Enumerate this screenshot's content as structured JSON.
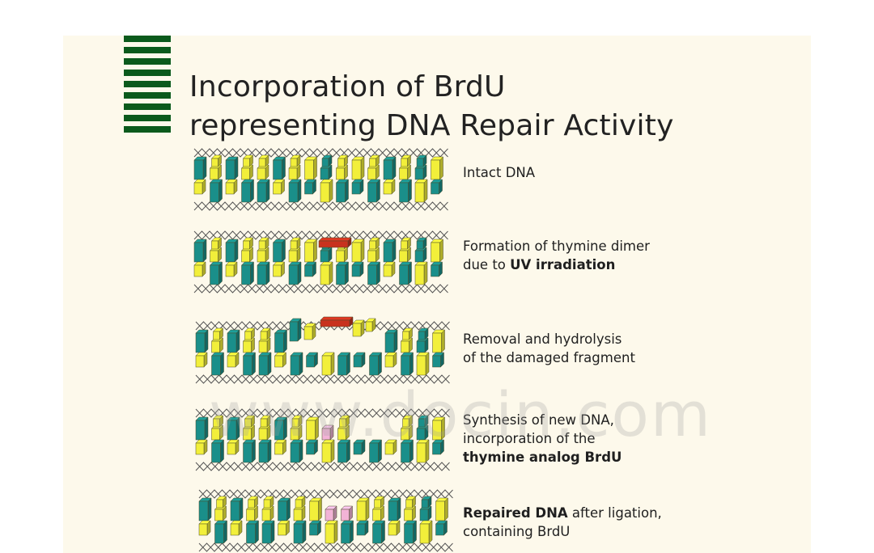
{
  "title": {
    "line1": "Incorporation of BrdU",
    "line2": "representing DNA Repair Activity"
  },
  "colors": {
    "teal": "#1a8f8a",
    "yellow": "#f2ef3a",
    "red": "#c8321e",
    "pink": "#f2b3d6",
    "stripe_green": "#0b5a1c"
  },
  "steps": [
    {
      "label_parts": [
        {
          "text": "Intact DNA",
          "bold": false
        }
      ]
    },
    {
      "label_parts": [
        {
          "text": "Formation of thymine dimer",
          "bold": false,
          "br": true
        },
        {
          "text": "due to ",
          "bold": false
        },
        {
          "text": "UV irradiation",
          "bold": true
        }
      ]
    },
    {
      "label_parts": [
        {
          "text": "Removal and hydrolysis",
          "bold": false,
          "br": true
        },
        {
          "text": "of the damaged fragment",
          "bold": false
        }
      ]
    },
    {
      "label_parts": [
        {
          "text": "Synthesis of new DNA,",
          "bold": false,
          "br": true
        },
        {
          "text": "incorporation of the",
          "bold": false,
          "br": true
        },
        {
          "text": "thymine analog BrdU",
          "bold": true
        }
      ]
    },
    {
      "label_parts": [
        {
          "text": "Repaired DNA",
          "bold": true
        },
        {
          "text": " after ligation,",
          "bold": false,
          "br": true
        },
        {
          "text": "containing BrdU",
          "bold": false
        }
      ]
    }
  ],
  "watermark": "www.docin.com"
}
